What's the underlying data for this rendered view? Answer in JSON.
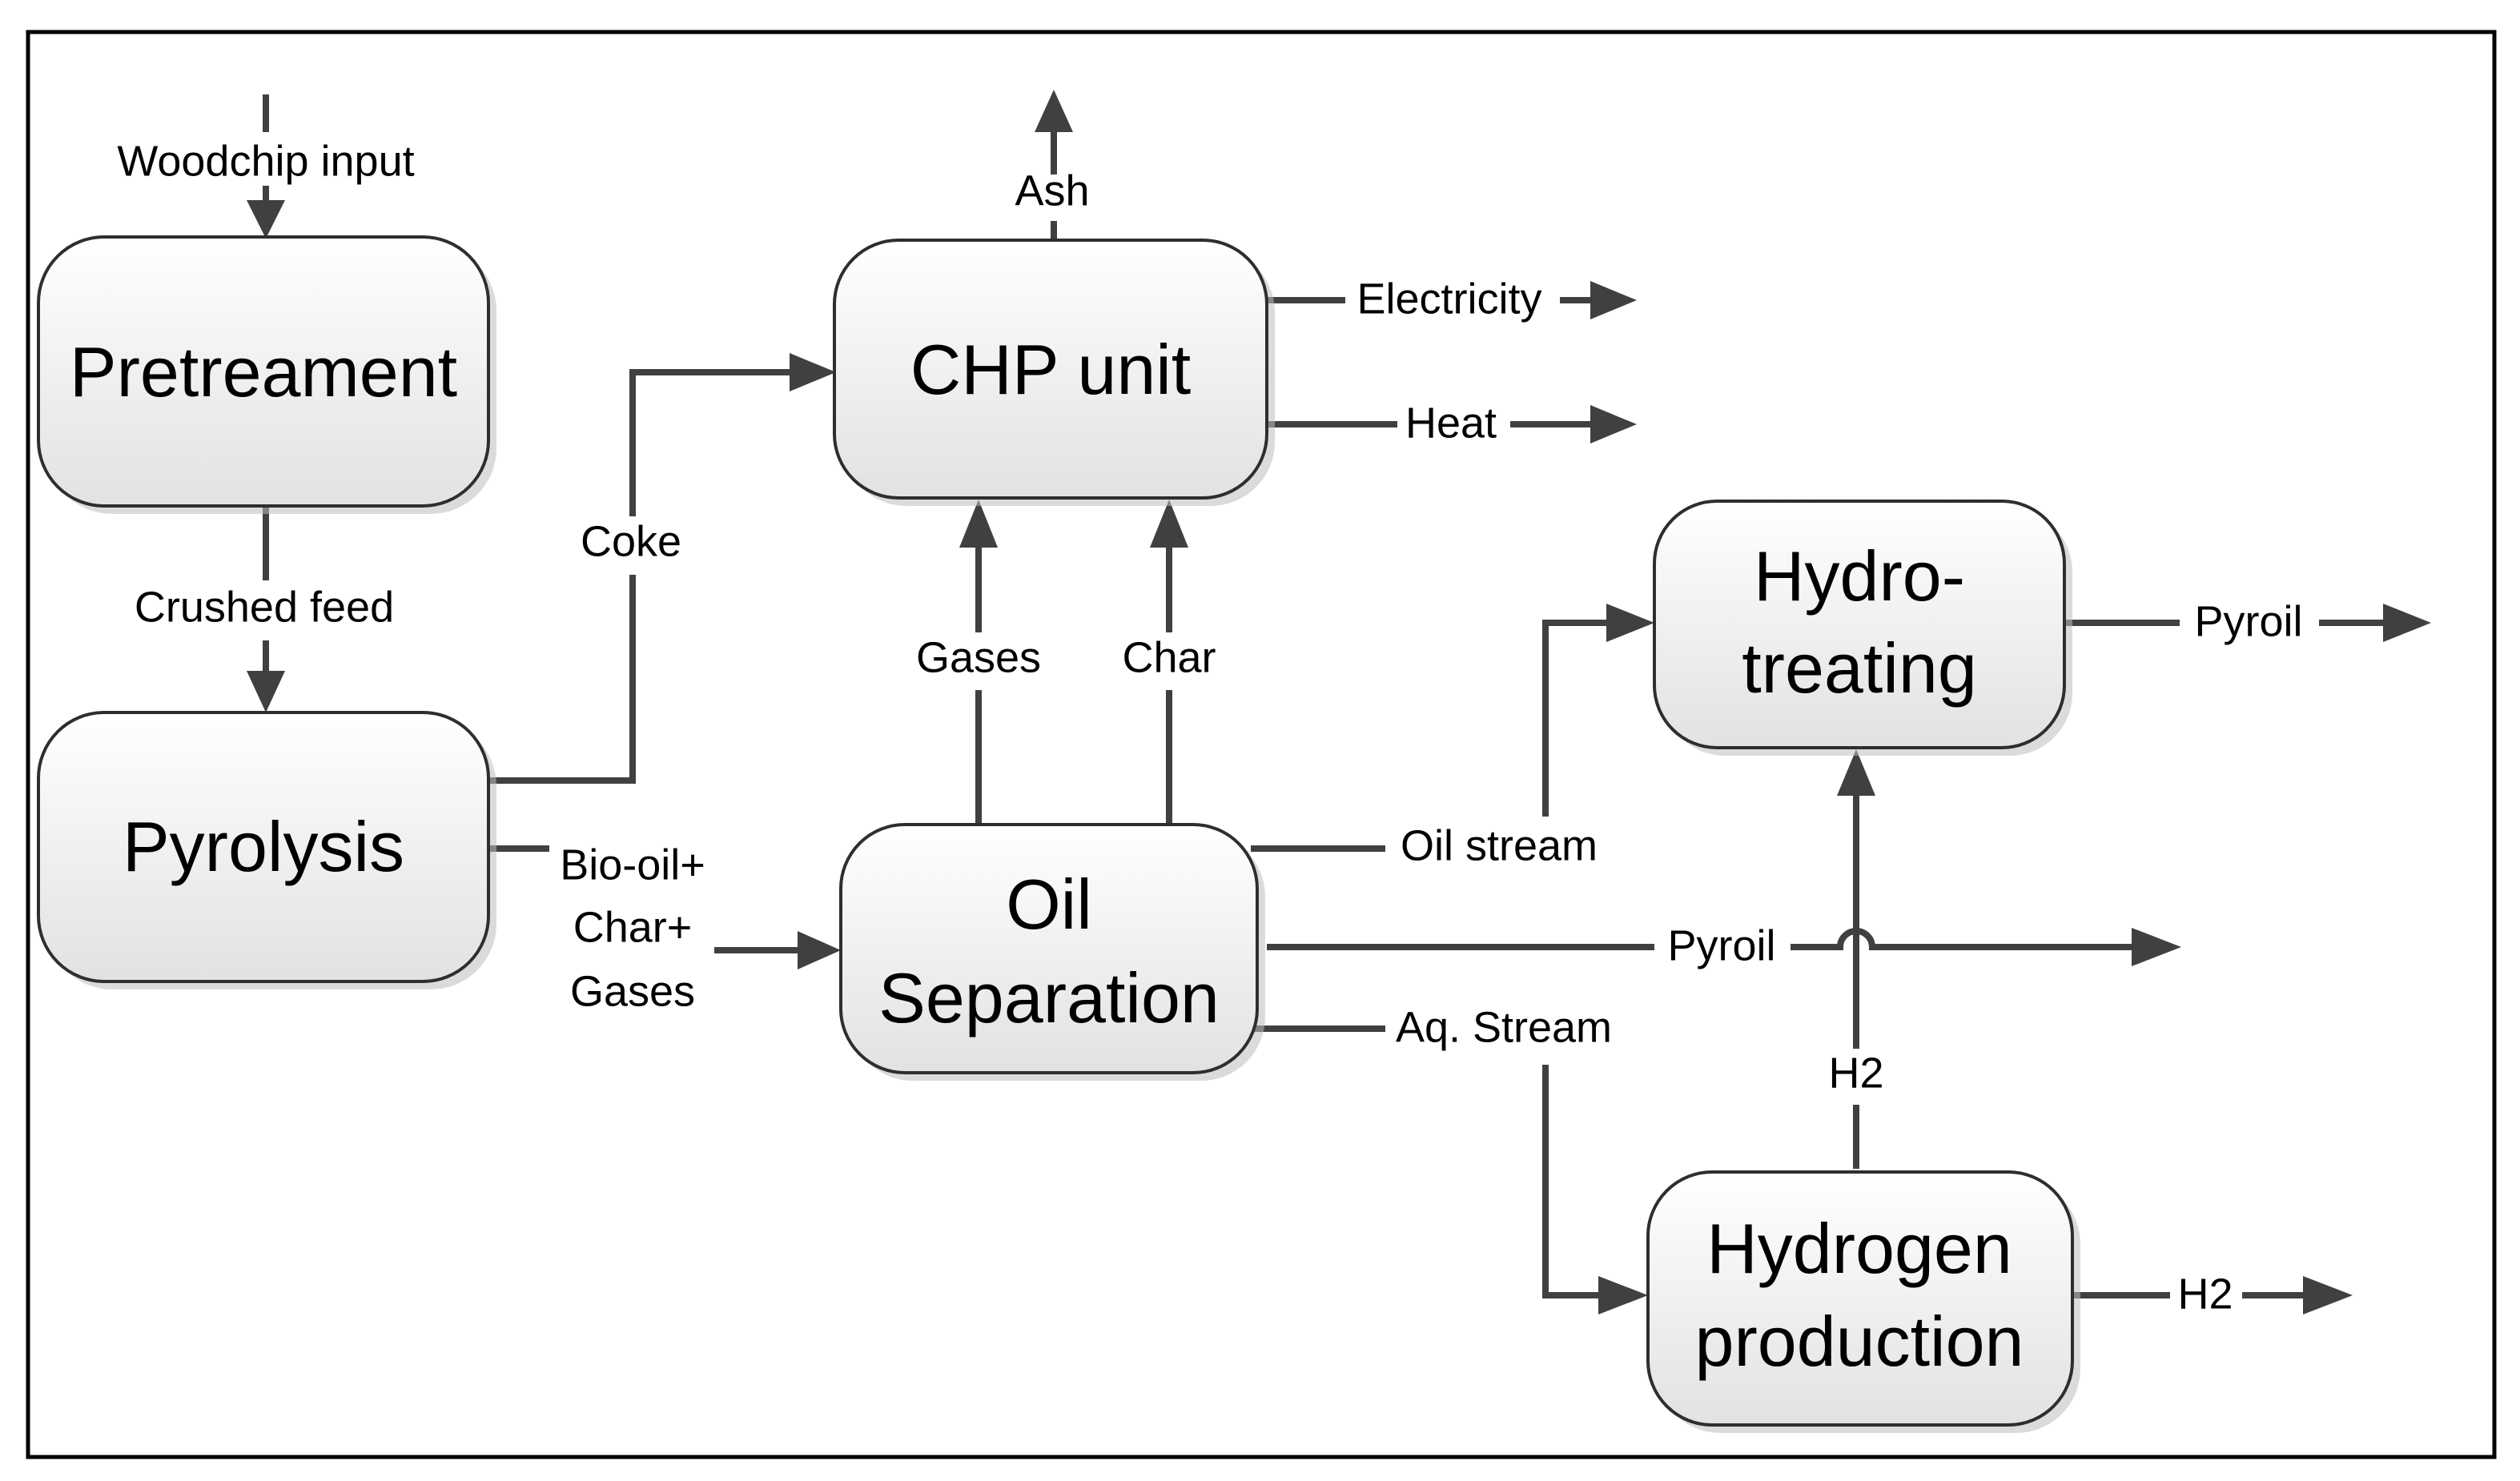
{
  "process_units": {
    "pretreatment": [
      "Pretreament"
    ],
    "pyrolysis": [
      "Pyrolysis"
    ],
    "chp_unit": [
      "CHP unit"
    ],
    "oil_separation": [
      "Oil",
      "Separation"
    ],
    "hydrotreating": [
      "Hydro-",
      "treating"
    ],
    "hydrogen_production": [
      "Hydrogen",
      "production"
    ]
  },
  "streams": {
    "woodchip_input": "Woodchip input",
    "crushed_feed": "Crushed feed",
    "coke": "Coke",
    "ash": "Ash",
    "electricity": "Electricity",
    "heat": "Heat",
    "bio_oil_mix": [
      "Bio-oil+",
      "Char+",
      "Gases"
    ],
    "gases": "Gases",
    "char": "Char",
    "oil_stream": "Oil stream",
    "pyroil_bypass": "Pyroil",
    "aq_stream": "Aq. Stream",
    "h2_feed": "H2",
    "pyroil_product": "Pyroil",
    "h2_product": "H2"
  }
}
